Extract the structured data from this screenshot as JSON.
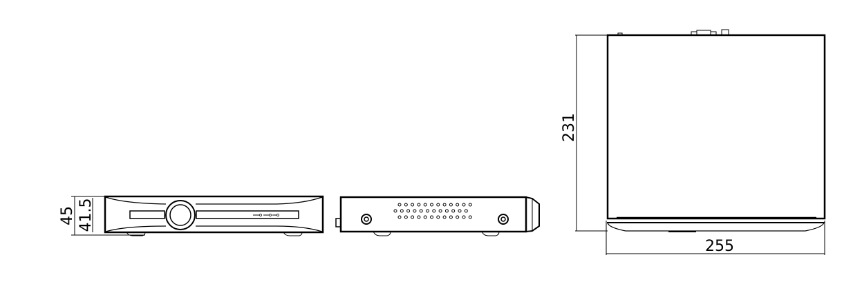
{
  "front_view": {
    "dimensions": {
      "overall_height": "45",
      "body_height": "41.5"
    }
  },
  "side_view": {
    "vent_rows": [
      12,
      12,
      12
    ]
  },
  "top_view": {
    "dimensions": {
      "depth": "231",
      "width": "255"
    }
  },
  "colors": {
    "line": "#000000",
    "background": "#ffffff"
  }
}
